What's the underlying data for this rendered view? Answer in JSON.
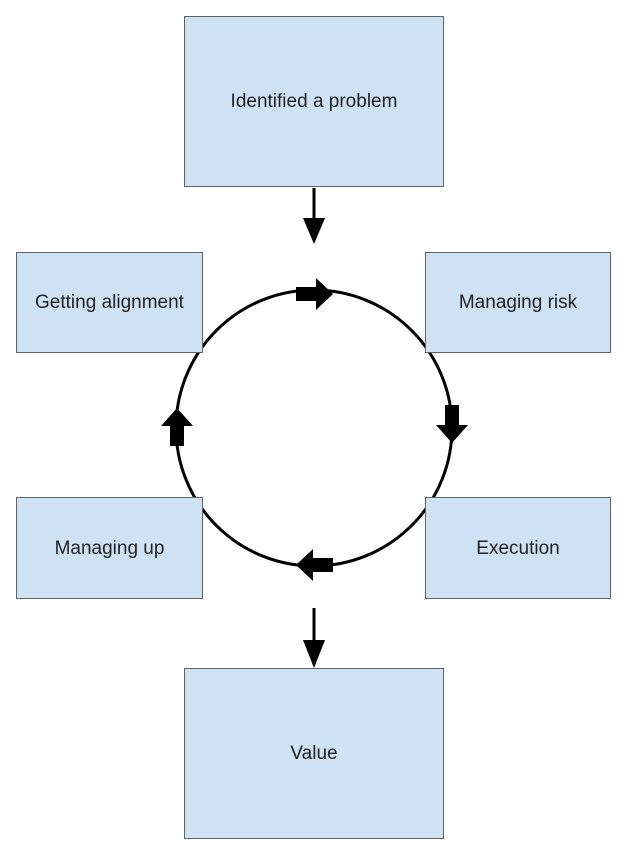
{
  "colors": {
    "box_fill": "#cfe2f3",
    "box_border": "#5f6368",
    "line": "#000000",
    "text": "#222222"
  },
  "nodes": {
    "top": "Identified a problem",
    "top_left": "Getting alignment",
    "top_right": "Managing risk",
    "bottom_left": "Managing up",
    "bottom_right": "Execution",
    "bottom": "Value"
  },
  "cycle": {
    "direction": "clockwise",
    "arrow_icons": [
      "arrow-right-icon",
      "arrow-down-icon",
      "arrow-left-icon",
      "arrow-up-icon"
    ]
  }
}
